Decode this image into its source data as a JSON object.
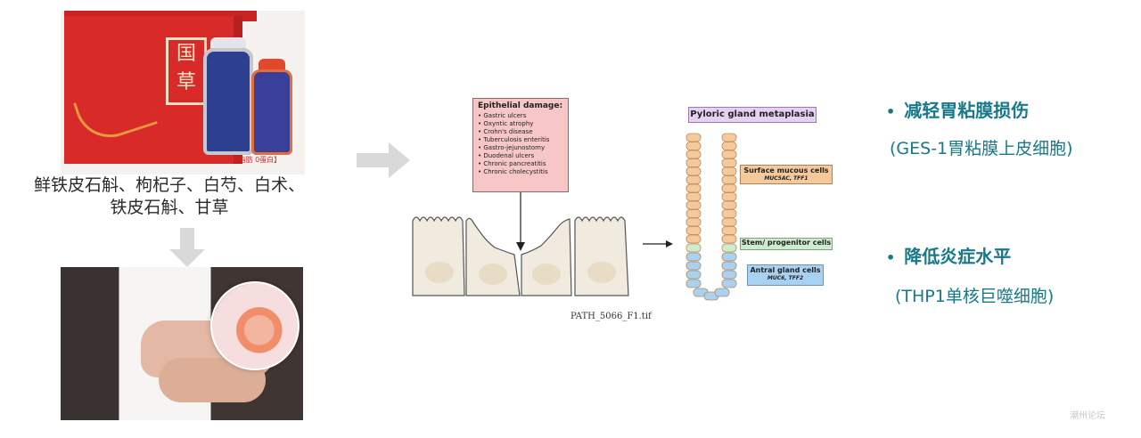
{
  "ingredients": {
    "line1": "鲜铁皮石斛、枸杞子、白芍、白术、",
    "line2": "铁皮石斛、甘草"
  },
  "product": {
    "seal_text": "国草",
    "tag_text": "【0蔗糖 0脂肪 0蛋白】"
  },
  "diagram": {
    "damage_title": "Epithelial damage:",
    "damage_items": [
      "Gastric ulcers",
      "Oxyntic atrophy",
      "Crohn's disease",
      "Tuberculosis enteritis",
      "Gastro-jejunostomy",
      "Duodenal ulcers",
      "Chronic pancreatitis",
      "Chronic cholecystitis"
    ],
    "pyloric_label": "Pyloric gland metaplasia",
    "surface_label": "Surface mucous cells",
    "surface_markers": "MUC5AC, TFF1",
    "stem_label": "Stem/ progenitor cells",
    "antral_label": "Antral gland cells",
    "antral_markers": "MUC6, TFF2",
    "file_label": "PATH_5066_F1.tif"
  },
  "effects": [
    {
      "title": "减轻胃粘膜损伤",
      "detail": "(GES-1胃粘膜上皮细胞)"
    },
    {
      "title": "降低炎症水平",
      "detail": "(THP1单核巨噬细胞)"
    }
  ],
  "colors": {
    "accent": "#167a8a",
    "arrow": "#d9d9d9",
    "damage_box": "#f7c7c7",
    "surface_cells": "#f6c99c",
    "stem_cells": "#cdeccd",
    "antral_cells": "#a9d1f2"
  },
  "watermark": "潮州论坛"
}
